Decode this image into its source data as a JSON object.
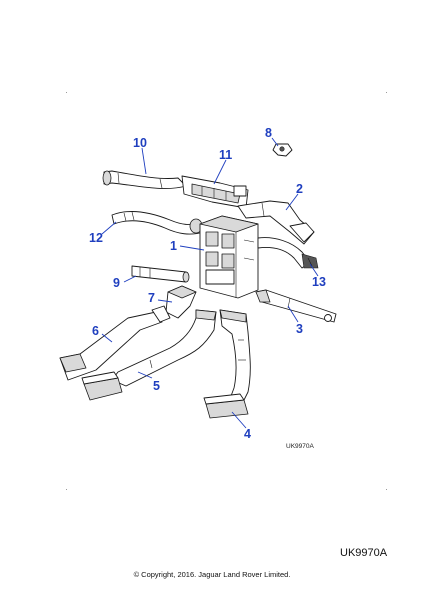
{
  "callouts": [
    {
      "label": "1"
    },
    {
      "label": "2"
    },
    {
      "label": "3"
    },
    {
      "label": "4"
    },
    {
      "label": "5"
    },
    {
      "label": "6"
    },
    {
      "label": "7"
    },
    {
      "label": "8"
    },
    {
      "label": "9"
    },
    {
      "label": "10"
    },
    {
      "label": "11"
    },
    {
      "label": "12"
    },
    {
      "label": "13"
    }
  ],
  "diagram_ref_small": "UK9970A",
  "diagram_ref_large": "UK9970A",
  "copyright": "© Copyright, 2016. Jaguar Land Rover Limited."
}
